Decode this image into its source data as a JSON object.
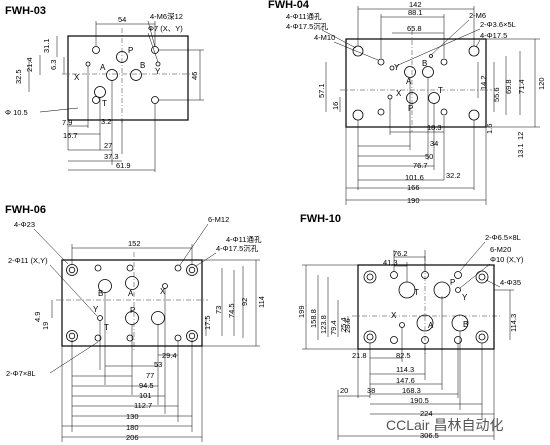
{
  "watermark": "CCLair 昌林自动化",
  "drawings": {
    "fwh03": {
      "title": "FWH-03",
      "notes": {
        "screw": "4-M6深12",
        "pin": "Φ7 (X、Y)",
        "hole": "Φ 10.5"
      },
      "ports": {
        "P": "P",
        "A": "A",
        "B": "B",
        "T": "T",
        "X": "X",
        "Y": "Y"
      },
      "dims": [
        "54",
        "31.1",
        "6.3",
        "32.5",
        "21.4",
        "46",
        "7.9",
        "3.2",
        "16.7",
        "27",
        "37.3",
        "61.9"
      ]
    },
    "fwh04": {
      "title": "FWH-04",
      "notes": {
        "through": "4-Φ11通孔",
        "counterbore": "4-Φ17.5沉孔",
        "thread": "4-M10",
        "m6": "2-M6",
        "pin": "2-Φ3.6×5L",
        "bore": "4-Φ17.5"
      },
      "ports": {
        "P": "P",
        "A": "A",
        "B": "B",
        "T": "T",
        "X": "X",
        "Y": "Y"
      },
      "dims": [
        "142",
        "88.1",
        "65.8",
        "57.1",
        "16",
        "14.2",
        "55.6",
        "69.8",
        "71.4",
        "120",
        "1.6",
        "13.1",
        "12",
        "18.3",
        "34",
        "50",
        "76.7",
        "32.2",
        "101.6",
        "166",
        "190"
      ]
    },
    "fwh06": {
      "title": "FWH-06",
      "notes": {
        "bore": "4-Φ23",
        "pin": "2-Φ11 (X,Y)",
        "m12": "6-M12",
        "through": "4-Φ11通孔",
        "counterbore": "4-Φ17.5沉孔",
        "dowel": "2-Φ7×8L"
      },
      "ports": {
        "P": "P",
        "A": "A",
        "B": "B",
        "T": "T",
        "X": "X",
        "Y": "Y"
      },
      "dims": [
        "152",
        "17.5",
        "73",
        "74.5",
        "92",
        "114",
        "4.9",
        "19",
        "29.4",
        "53",
        "77",
        "94.5",
        "101",
        "112.7",
        "130",
        "180",
        "206"
      ]
    },
    "fwh10": {
      "title": "FWH-10",
      "notes": {
        "dowel": "2-Φ6.5×8L",
        "m20": "6-M20",
        "pin": "Φ10 (X,Y)",
        "bore": "4-Φ35"
      },
      "ports": {
        "P": "P",
        "A": "A",
        "B": "B",
        "T": "T",
        "X": "X",
        "Y": "Y"
      },
      "dims": [
        "76.2",
        "41.3",
        "199",
        "158.8",
        "123.8",
        "79.4",
        "25.4",
        "28.6",
        "114.3",
        "21.8",
        "82.5",
        "114.3",
        "147.6",
        "168.3",
        "190.5",
        "20",
        "38",
        "224",
        "306.5"
      ]
    }
  }
}
